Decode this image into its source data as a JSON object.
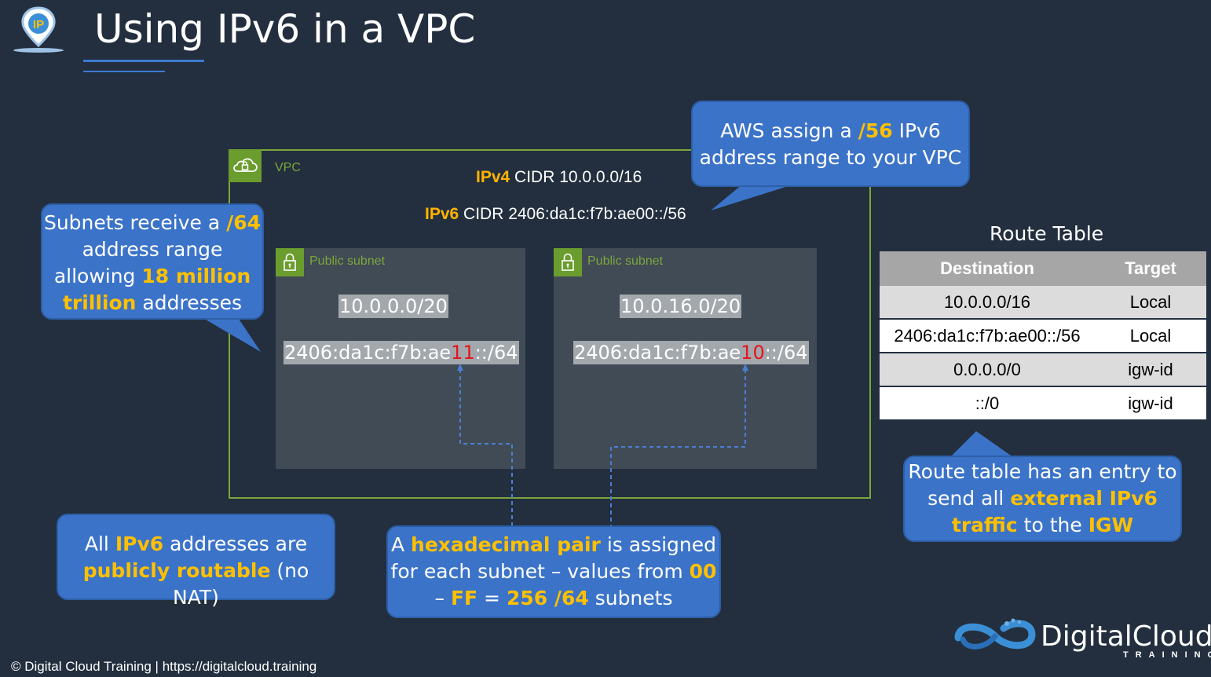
{
  "header": {
    "title": "Using IPv6 in a VPC",
    "logo_text": "IP"
  },
  "vpc": {
    "label": "VPC",
    "ipv4_prefix": "IPv4",
    "ipv4_cidr": " CIDR 10.0.0.0/16",
    "ipv6_prefix": "IPv6",
    "ipv6_cidr": " CIDR 2406:da1c:f7b:ae00::/56"
  },
  "subnets": [
    {
      "label": "Public subnet",
      "ipv4": "10.0.0.0/20",
      "ipv6_pre": "2406:da1c:f7b:ae",
      "ipv6_hex": "11",
      "ipv6_post": "::/64"
    },
    {
      "label": "Public subnet",
      "ipv4": "10.0.16.0/20",
      "ipv6_pre": "2406:da1c:f7b:ae",
      "ipv6_hex": "10",
      "ipv6_post": "::/64"
    }
  ],
  "callouts": {
    "aws_assign": {
      "t1": "AWS assign a ",
      "h1": "/56",
      "t2": " IPv6 address range to your VPC"
    },
    "subnets_receive": {
      "t1": "Subnets receive a ",
      "h1": "/64",
      "t2": " address range allowing ",
      "h2": "18 million trillion",
      "t3": " addresses"
    },
    "publicly_routable": {
      "t1": "All ",
      "h1": "IPv6",
      "t2": " addresses are ",
      "h2": "publicly routable",
      "t3": " (no NAT)"
    },
    "hex_pair": {
      "t1": "A ",
      "h1": "hexadecimal pair",
      "t2": " is assigned for each subnet – values from ",
      "h2": "00",
      "t3": " – ",
      "h3": "FF",
      "t4": " = ",
      "h4": "256 /64",
      "t5": " subnets"
    },
    "route_entry": {
      "t1": "Route table has an entry to send all ",
      "h1": "external IPv6 traffic",
      "t2": " to the ",
      "h2": "IGW"
    }
  },
  "route_table": {
    "title": "Route Table",
    "headers": [
      "Destination",
      "Target"
    ],
    "rows": [
      [
        "10.0.0.0/16",
        "Local"
      ],
      [
        "2406:da1c:f7b:ae00::/56",
        "Local"
      ],
      [
        "0.0.0.0/0",
        "igw-id"
      ],
      [
        "::/0",
        "igw-id"
      ]
    ]
  },
  "footer": {
    "copyright": "© Digital Cloud Training  | https://digitalcloud.training"
  },
  "brand": {
    "name": "DigitalCloud",
    "sub": "TRAINING"
  },
  "colors": {
    "background": "#232f3e",
    "accent_yellow": "#ffc000",
    "callout_blue": "#3b73c8",
    "vpc_green": "#7aa63c",
    "hex_red": "#e8121b"
  }
}
